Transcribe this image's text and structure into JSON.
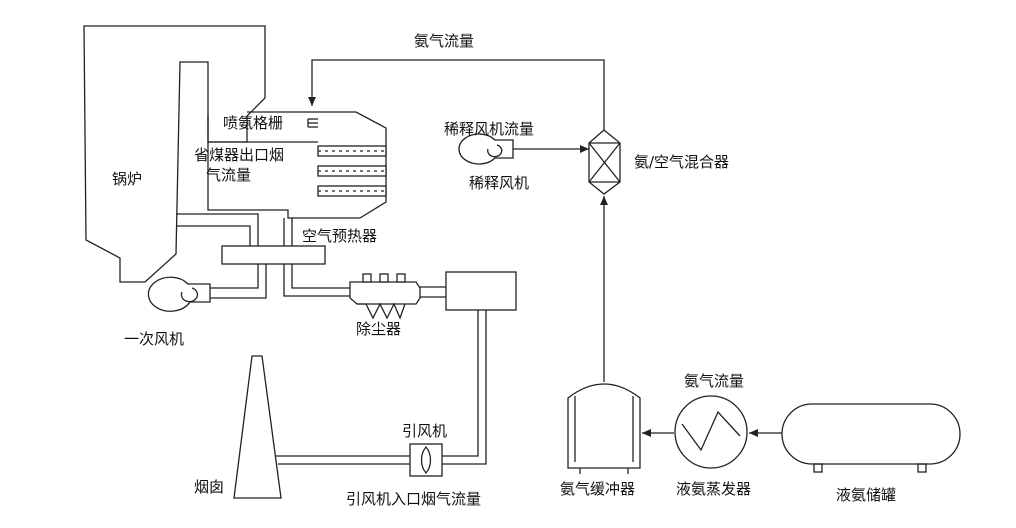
{
  "labels": {
    "ammonia_flow_top": "氨气流量",
    "ammonia_grid": "喷氨格栅",
    "economizer_flow_line1": "省煤器出口烟",
    "economizer_flow_line2": "气流量",
    "boiler": "锅炉",
    "dilution_fan_flow": "稀释风机流量",
    "dilution_fan": "稀释风机",
    "mixer": "氨/空气混合器",
    "air_preheater": "空气预热器",
    "dust_collector": "除尘器",
    "primary_fan": "一次风机",
    "induced_fan": "引风机",
    "chimney": "烟囱",
    "induced_fan_inlet_flow": "引风机入口烟气流量",
    "ammonia_buffer": "氨气缓冲器",
    "ammonia_flow_bottom": "氨气流量",
    "evaporator": "液氨蒸发器",
    "storage_tank": "液氨储罐"
  },
  "colors": {
    "line": "#222222",
    "background": "#ffffff"
  }
}
